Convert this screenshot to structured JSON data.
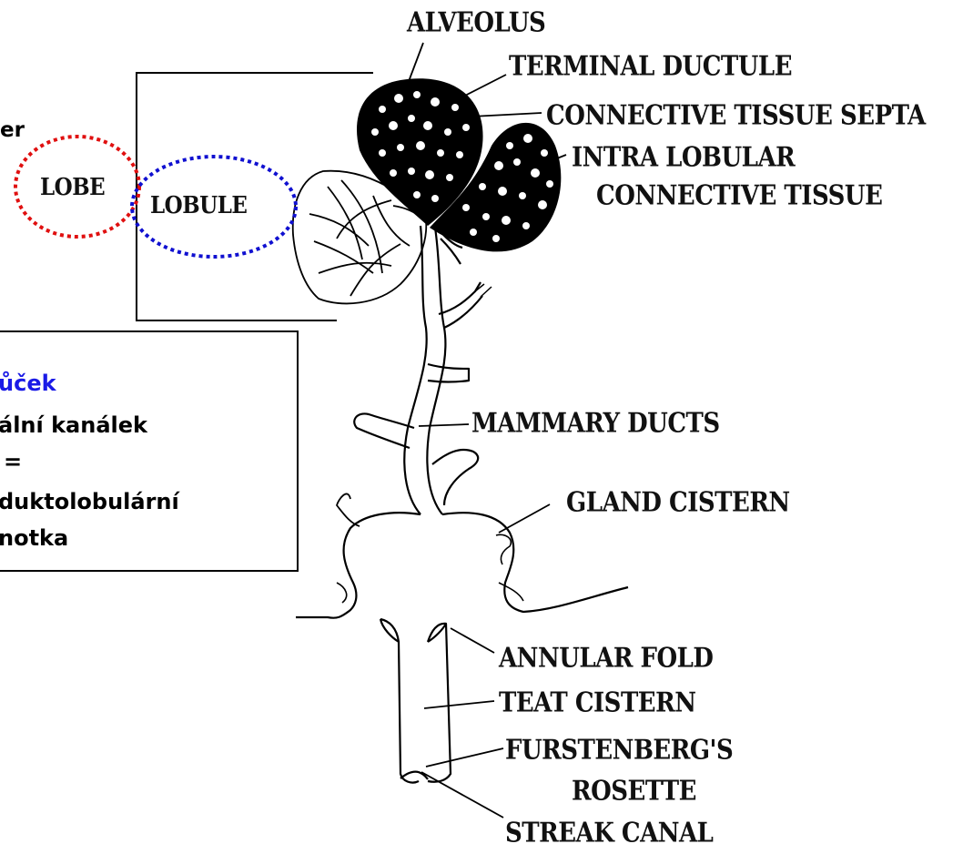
{
  "labels": {
    "alveolus": "ALVEOLUS",
    "terminal_ductule": "TERMINAL DUCTULE",
    "connective_tissue_septa": "CONNECTIVE TISSUE SEPTA",
    "intra_lobular_1": "INTRA LOBULAR",
    "intra_lobular_2": "CONNECTIVE TISSUE",
    "lobe": "LOBE",
    "lobule": "LOBULE",
    "mammary_ducts": "MAMMARY DUCTS",
    "gland_cistern": "GLAND CISTERN",
    "annular_fold": "ANNULAR FOLD",
    "teat_cistern": "TEAT CISTERN",
    "furstenberg_1": "FURSTENBERG'S",
    "furstenberg_2": "ROSETTE",
    "streak_canal": "STREAK CANAL"
  },
  "side_fragment": "er",
  "legend": {
    "line1": "ůček",
    "line2": "ální kanálek",
    "line3": "=",
    "line4": "duktolobulární",
    "line5": "notka"
  },
  "colors": {
    "lobe_ellipse": "#e01010",
    "lobule_ellipse": "#1010d0",
    "legend_highlight": "#1a1ae6"
  }
}
